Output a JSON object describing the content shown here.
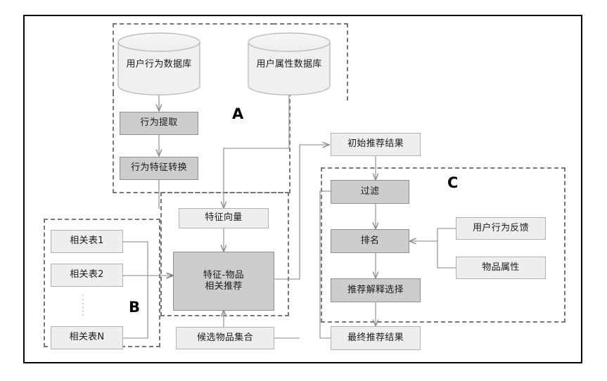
{
  "diagram": {
    "title": "",
    "type": "flowchart",
    "groups": [
      {
        "id": "A",
        "label": "A"
      },
      {
        "id": "B",
        "label": "B"
      },
      {
        "id": "C",
        "label": "C"
      }
    ],
    "databases": [
      {
        "id": "user-behavior-db",
        "label": "用户行为数据库"
      },
      {
        "id": "user-attribute-db",
        "label": "用户属性数据库"
      }
    ],
    "process_nodes": [
      {
        "id": "behavior-extraction",
        "label": "行为提取",
        "style": "dark"
      },
      {
        "id": "behavior-feature-transform",
        "label": "行为特征转换",
        "style": "dark"
      },
      {
        "id": "feature-vector",
        "label": "特征向量",
        "style": "light"
      },
      {
        "id": "feature-item-recommend-line1",
        "label": "特征-物品",
        "style": "dark"
      },
      {
        "id": "feature-item-recommend-line2",
        "label": "相关推荐",
        "style": "dark"
      },
      {
        "id": "candidate-item-set",
        "label": "候选物品集合",
        "style": "light"
      },
      {
        "id": "initial-recommend-result",
        "label": "初始推荐结果",
        "style": "light"
      },
      {
        "id": "filter",
        "label": "过滤",
        "style": "dark"
      },
      {
        "id": "ranking",
        "label": "排名",
        "style": "dark"
      },
      {
        "id": "recommend-explanation-select",
        "label": "推荐解释选择",
        "style": "dark"
      },
      {
        "id": "final-recommend-result",
        "label": "最终推荐结果",
        "style": "light"
      },
      {
        "id": "user-behavior-feedback",
        "label": "用户行为反馈",
        "style": "light"
      },
      {
        "id": "item-attribute",
        "label": "物品属性",
        "style": "light"
      }
    ],
    "relation_tables": [
      {
        "id": "relation-table-1",
        "label": "相关表1"
      },
      {
        "id": "relation-table-2",
        "label": "相关表2"
      },
      {
        "id": "relation-table-n",
        "label": "相关表N"
      }
    ],
    "ellipsis": "⋮",
    "colors": {
      "frame_border": "#000000",
      "box_light_fill": "#eeeeee",
      "box_light_border": "#b0b0b0",
      "box_dark_fill": "#cdcdcd",
      "box_dark_border": "#8f8f8f",
      "dashed_group_border": "#777777",
      "connector": "#999999",
      "cylinder_fill": "#f0f0f0",
      "cylinder_border": "#b8b8b8",
      "text": "#1a1a1a"
    }
  }
}
